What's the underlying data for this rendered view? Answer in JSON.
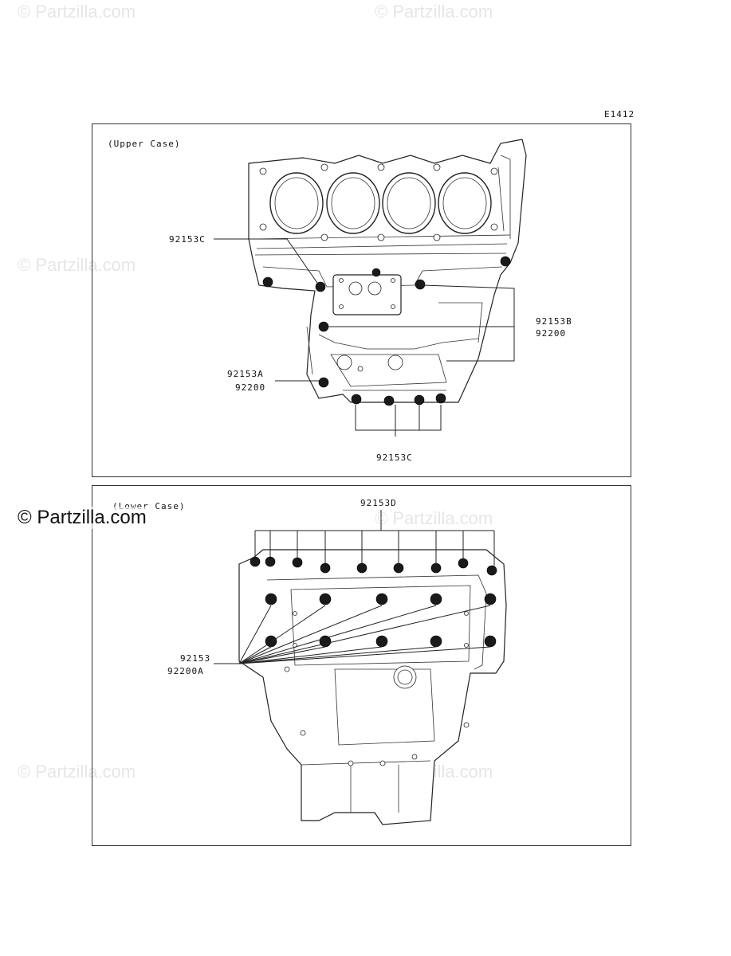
{
  "watermarks": {
    "text": "© Partzilla.com",
    "emphasized": "© Partzilla.com"
  },
  "diagram_code": "E1412",
  "upper_panel": {
    "caption": "(Upper Case)",
    "labels": {
      "top_left": "92153C",
      "right_part": "92153B",
      "right_washer": "92200",
      "left_part": "92153A",
      "left_washer": "92200",
      "bottom": "92153C"
    }
  },
  "lower_panel": {
    "caption": "(Lower Case)",
    "labels": {
      "top": "92153D",
      "left_part": "92153",
      "left_washer": "92200A"
    }
  }
}
